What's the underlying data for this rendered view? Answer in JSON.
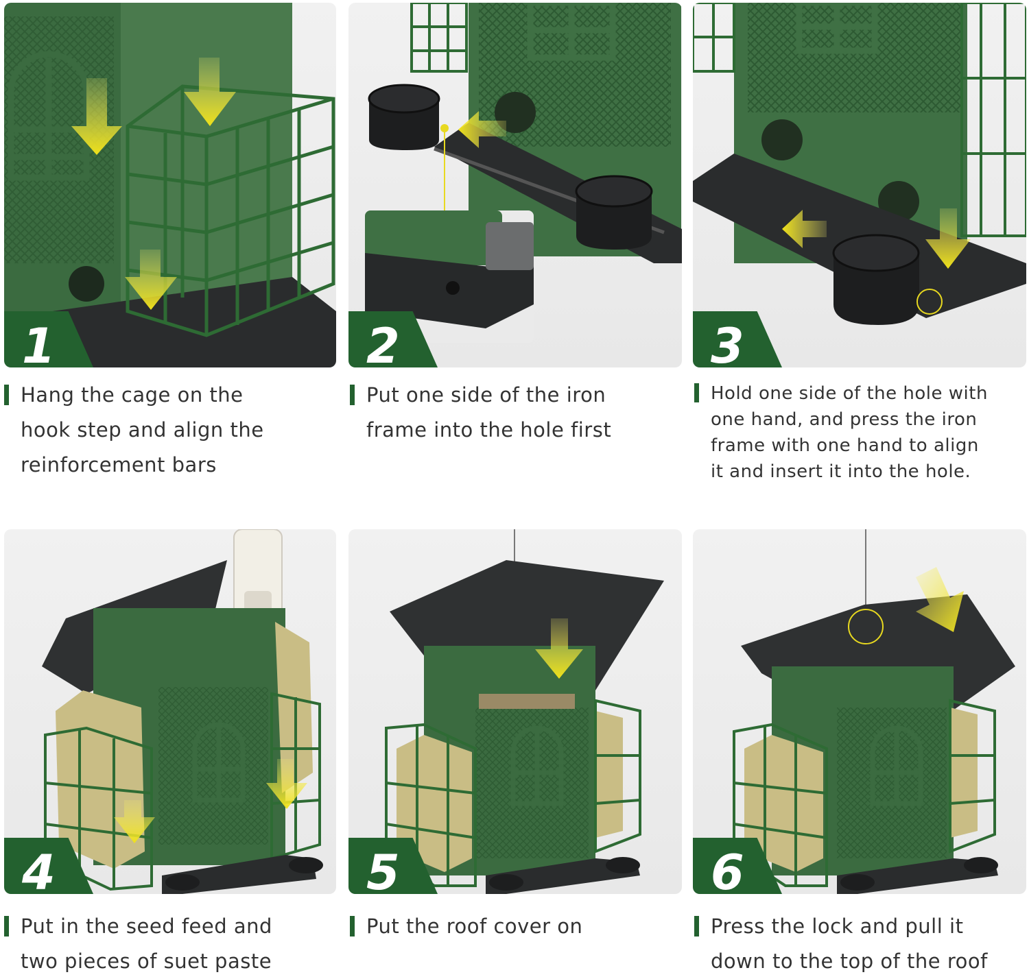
{
  "steps": [
    {
      "number": "1",
      "caption": "Hang the cage on the\nhook step and align the\nreinforcement bars"
    },
    {
      "number": "2",
      "caption": "Put one side of the iron\nframe into the hole first"
    },
    {
      "number": "3",
      "caption": "Hold one side of the hole with\none hand, and press the iron\nframe with one hand to align\nit and insert it into the hole."
    },
    {
      "number": "4",
      "caption": "Put in the seed feed and\ntwo pieces of suet paste"
    },
    {
      "number": "5",
      "caption": "Put the roof cover on"
    },
    {
      "number": "6",
      "caption": "Press the lock and pull it\ndown to the top of the roof"
    }
  ],
  "colors": {
    "brand_green": "#23612f",
    "feeder_green": "#3b6b40",
    "roof": "#2f3132",
    "arrow": "#f3e51c"
  },
  "icons": [
    "arrow-down-icon",
    "arrow-left-icon",
    "highlight-circle-icon"
  ]
}
